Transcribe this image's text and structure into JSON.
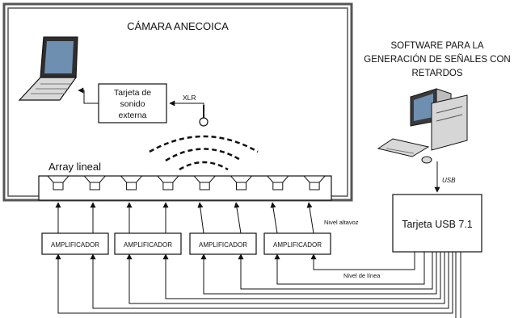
{
  "chamber": {
    "title": "CÁMARA ANECOICA"
  },
  "software": {
    "lines": [
      "SOFTWARE PARA LA",
      "GENERACIÓN DE SEÑALES CON",
      "RETARDOS"
    ]
  },
  "sound_card": {
    "lines": [
      "Tarjeta de",
      "sonido",
      "externa"
    ]
  },
  "xlr_label": "XLR",
  "array_label": "Array lineal",
  "usb_label": "USB",
  "usb_card_label": "Tarjeta USB 7.1",
  "speaker_level_label": "Nivel altavoz",
  "line_level_label": "Nivel de línea",
  "amplifiers": [
    "AMPLIFICADOR",
    "AMPLIFICADOR",
    "AMPLIFICADOR",
    "AMPLIFICADOR"
  ],
  "speaker_count": 8,
  "colors": {
    "stroke": "#111111",
    "chamber_border": "#555555",
    "screen": "#6f8fb0"
  }
}
